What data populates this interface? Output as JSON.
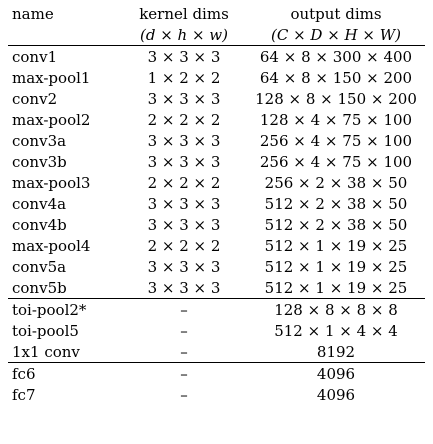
{
  "table": {
    "header": {
      "name": "name",
      "kernel_line1": "kernel dims",
      "kernel_line2": "(d × h × w)",
      "output_line1": "output dims",
      "output_line2": "(C × D × H × W)"
    },
    "groups": [
      {
        "rows": [
          {
            "name": "conv1",
            "kernel": "3 × 3 × 3",
            "output": "64 × 8 × 300 × 400"
          },
          {
            "name": "max-pool1",
            "kernel": "1 × 2 × 2",
            "output": "64 × 8 × 150 × 200"
          },
          {
            "name": "conv2",
            "kernel": "3 × 3 × 3",
            "output": "128 × 8 × 150 × 200"
          },
          {
            "name": "max-pool2",
            "kernel": "2 × 2 × 2",
            "output": "128 × 4 × 75 × 100"
          },
          {
            "name": "conv3a",
            "kernel": "3 × 3 × 3",
            "output": "256 × 4 × 75 × 100"
          },
          {
            "name": "conv3b",
            "kernel": "3 × 3 × 3",
            "output": "256 × 4 × 75 × 100"
          },
          {
            "name": "max-pool3",
            "kernel": "2 × 2 × 2",
            "output": "256 × 2 × 38 × 50"
          },
          {
            "name": "conv4a",
            "kernel": "3 × 3 × 3",
            "output": "512 × 2 × 38 × 50"
          },
          {
            "name": "conv4b",
            "kernel": "3 × 3 × 3",
            "output": "512 × 2 × 38 × 50"
          },
          {
            "name": "max-pool4",
            "kernel": "2 × 2 × 2",
            "output": "512 × 1 × 19 × 25"
          },
          {
            "name": "conv5a",
            "kernel": "3 × 3 × 3",
            "output": "512 × 1 × 19 × 25"
          },
          {
            "name": "conv5b",
            "kernel": "3 × 3 × 3",
            "output": "512 × 1 × 19 × 25"
          }
        ]
      },
      {
        "rows": [
          {
            "name": "toi-pool2*",
            "kernel": "–",
            "output": "128 × 8 × 8 × 8"
          },
          {
            "name": "toi-pool5",
            "kernel": "–",
            "output": "512 × 1 × 4 × 4"
          },
          {
            "name": "1x1 conv",
            "kernel": "–",
            "output": "8192"
          }
        ]
      },
      {
        "rows": [
          {
            "name": "fc6",
            "kernel": "–",
            "output": "4096"
          },
          {
            "name": "fc7",
            "kernel": "–",
            "output": "4096"
          }
        ]
      }
    ]
  }
}
